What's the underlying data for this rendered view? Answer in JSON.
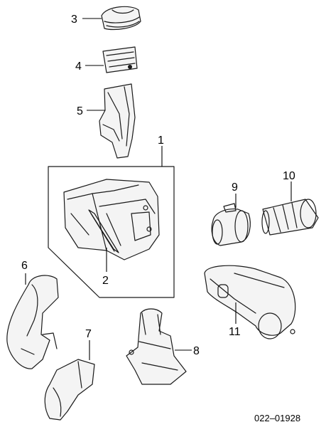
{
  "diagram": {
    "callouts": {
      "c1": "1",
      "c2": "2",
      "c3": "3",
      "c4": "4",
      "c5": "5",
      "c6": "6",
      "c7": "7",
      "c8": "8",
      "c9": "9",
      "c10": "10",
      "c11": "11"
    },
    "reference_code": "022–01928"
  }
}
